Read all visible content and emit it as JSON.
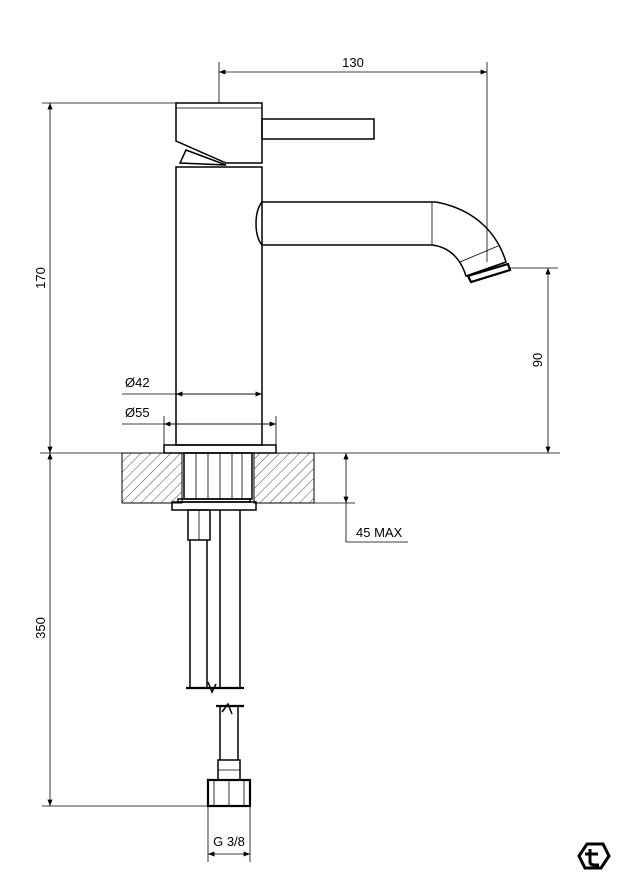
{
  "dimensions": {
    "width_130": "130",
    "height_170": "170",
    "height_90": "90",
    "dia_42": "Ø42",
    "dia_55": "Ø55",
    "depth_350": "350",
    "max_45": "45 MAX",
    "thread": "G 3/8"
  },
  "logo": {
    "icon": "t-logo-icon",
    "letter": "t"
  }
}
